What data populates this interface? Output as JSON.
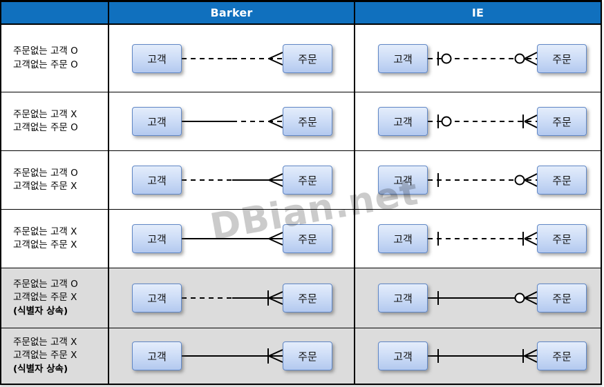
{
  "header": {
    "columns": [
      "",
      "Barker",
      "IE"
    ]
  },
  "entities": {
    "left": "고객",
    "right": "주문"
  },
  "watermark": "DBian.net",
  "colors": {
    "header_bg": "#1070BE",
    "header_text": "#FFFFFF",
    "shaded_row_bg": "#DCDCDC",
    "entity_fill_top": "#E4EDFB",
    "entity_fill_bottom": "#B3C9EF",
    "entity_border": "#5F86C5",
    "line_color": "#000000"
  },
  "rows": [
    {
      "label_line1": "주문없는 고객 O",
      "label_line2": "고객없는 주문 O",
      "label_line3": "",
      "shaded": false,
      "barker": {
        "first_half": "dashed",
        "second_half": "dashed",
        "terminator": "crow"
      },
      "ie": {
        "line_style": "dashed",
        "origin_symbols": [
          "bar",
          "circle"
        ],
        "terminator_symbols": [
          "circle",
          "crow"
        ]
      }
    },
    {
      "label_line1": "주문없는 고객 X",
      "label_line2": "고객없는 주문 O",
      "label_line3": "",
      "shaded": false,
      "barker": {
        "first_half": "solid",
        "second_half": "dashed",
        "terminator": "crow"
      },
      "ie": {
        "line_style": "dashed",
        "origin_symbols": [
          "bar",
          "circle"
        ],
        "terminator_symbols": [
          "bar",
          "crow"
        ]
      }
    },
    {
      "label_line1": "주문없는 고객 O",
      "label_line2": "고객없는 주문 X",
      "label_line3": "",
      "shaded": false,
      "barker": {
        "first_half": "dashed",
        "second_half": "solid",
        "terminator": "crow"
      },
      "ie": {
        "line_style": "dashed",
        "origin_symbols": [
          "bar"
        ],
        "terminator_symbols": [
          "circle",
          "crow"
        ]
      }
    },
    {
      "label_line1": "주문없는 고객 X",
      "label_line2": "고객없는 주문 X",
      "label_line3": "",
      "shaded": false,
      "barker": {
        "first_half": "solid",
        "second_half": "solid",
        "terminator": "crow"
      },
      "ie": {
        "line_style": "dashed",
        "origin_symbols": [
          "bar"
        ],
        "terminator_symbols": [
          "bar",
          "crow"
        ]
      }
    },
    {
      "label_line1": "주문없는 고객 O",
      "label_line2": "고객없는 주문 X",
      "label_line3": "(식별자 상속)",
      "shaded": true,
      "barker": {
        "first_half": "dashed",
        "second_half": "solid",
        "terminator": "bar-crow"
      },
      "ie": {
        "line_style": "solid",
        "origin_symbols": [
          "bar"
        ],
        "terminator_symbols": [
          "circle",
          "crow"
        ]
      }
    },
    {
      "label_line1": "주문없는 고객 X",
      "label_line2": "고객없는 주문 X",
      "label_line3": "(식별자 상속)",
      "shaded": true,
      "barker": {
        "first_half": "solid",
        "second_half": "solid",
        "terminator": "bar-crow"
      },
      "ie": {
        "line_style": "solid",
        "origin_symbols": [
          "bar"
        ],
        "terminator_symbols": [
          "bar",
          "crow"
        ]
      }
    }
  ]
}
